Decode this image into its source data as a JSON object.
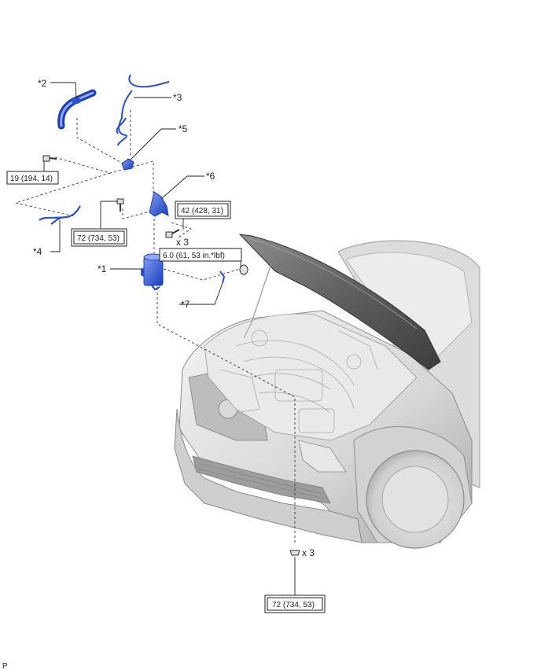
{
  "callouts": {
    "c1": "*1",
    "c2": "*2",
    "c3": "*3",
    "c4": "*4",
    "c5": "*5",
    "c6": "*6",
    "c7": "*7"
  },
  "torques": {
    "t_19": "19 (194, 14)",
    "t_72_upper": "72 (734, 53)",
    "t_42": "42 (428, 31)",
    "t_6": "6.0 (61, 53 in.*lbf)",
    "t_72_lower": "72 (734, 53)"
  },
  "quantities": {
    "q_bolts": "x 3",
    "q_nuts": "x 3"
  },
  "corner_mark": "P",
  "colors": {
    "part_blue": "#2a4fd0",
    "part_blue_light": "#6f8ff0",
    "car_gray": "#c9c9c9",
    "line": "#333333"
  }
}
